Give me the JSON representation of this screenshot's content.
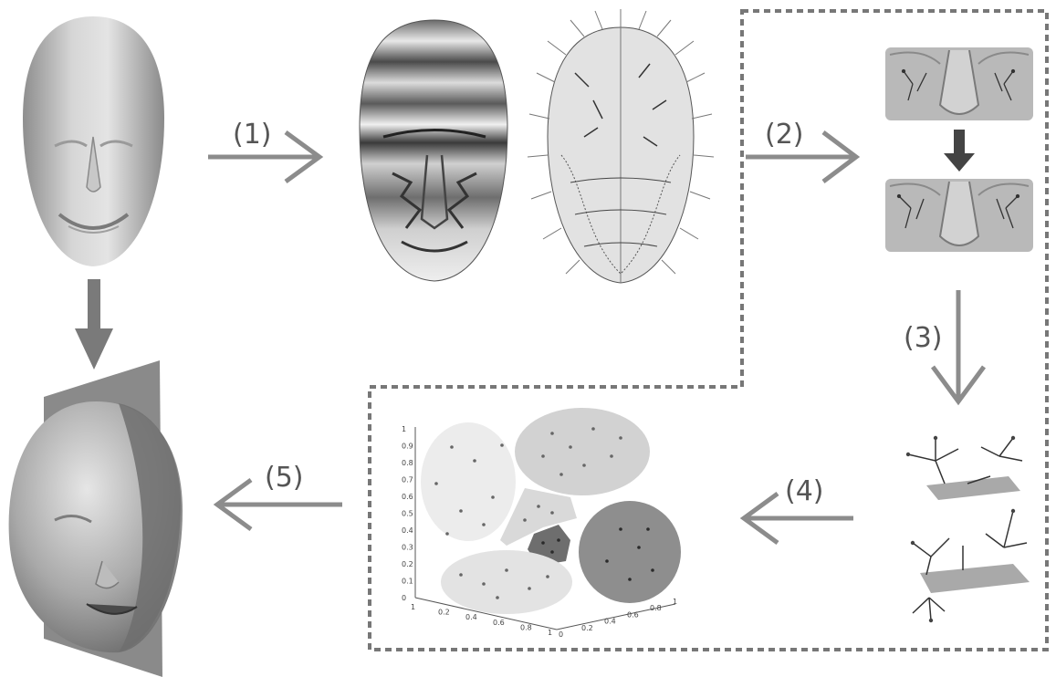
{
  "steps": [
    {
      "label": "(1)"
    },
    {
      "label": "(2)"
    },
    {
      "label": "(3)"
    },
    {
      "label": "(4)"
    },
    {
      "label": "(5)"
    }
  ],
  "scatter": {
    "y_ticks": [
      "1",
      "0.9",
      "0.8",
      "0.7",
      "0.6",
      "0.5",
      "0.4",
      "0.3",
      "0.2",
      "0.1",
      "0"
    ],
    "x_ticks_left": [
      "1",
      "0.2",
      "0.4",
      "0.6",
      "0.8",
      "1"
    ],
    "x_ticks_right": [
      "0",
      "0.2",
      "0.4",
      "0.6",
      "0.8",
      "1"
    ]
  },
  "colors": {
    "arrow": "#8c8c8c",
    "dark_arrow": "#444444",
    "dashed_border": "#777777",
    "face": "#b9b9b9"
  }
}
